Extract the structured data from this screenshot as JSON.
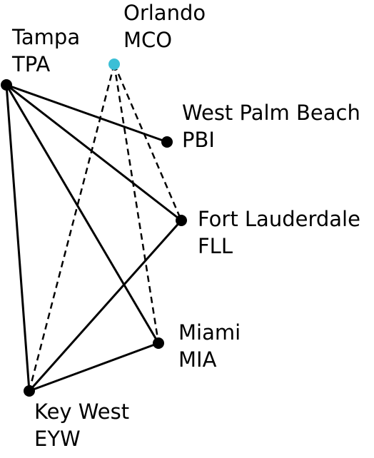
{
  "colors": {
    "default_node": "#000000",
    "hub_node": "#3bbfd6",
    "edge": "#000000"
  },
  "nodes": [
    {
      "id": "MCO",
      "city": "Orlando",
      "code": "MCO",
      "hub": true
    },
    {
      "id": "TPA",
      "city": "Tampa",
      "code": "TPA",
      "hub": false
    },
    {
      "id": "PBI",
      "city": "West Palm Beach",
      "code": "PBI",
      "hub": false
    },
    {
      "id": "FLL",
      "city": "Fort Lauderdale",
      "code": "FLL",
      "hub": false
    },
    {
      "id": "MIA",
      "city": "Miami",
      "code": "MIA",
      "hub": false
    },
    {
      "id": "EYW",
      "city": "Key West",
      "code": "EYW",
      "hub": false
    }
  ],
  "edges": [
    {
      "from": "TPA",
      "to": "PBI",
      "style": "solid"
    },
    {
      "from": "TPA",
      "to": "FLL",
      "style": "solid"
    },
    {
      "from": "TPA",
      "to": "MIA",
      "style": "solid"
    },
    {
      "from": "TPA",
      "to": "EYW",
      "style": "solid"
    },
    {
      "from": "EYW",
      "to": "FLL",
      "style": "solid"
    },
    {
      "from": "EYW",
      "to": "MIA",
      "style": "solid"
    },
    {
      "from": "MCO",
      "to": "EYW",
      "style": "dashed"
    },
    {
      "from": "MCO",
      "to": "FLL",
      "style": "dashed"
    },
    {
      "from": "MCO",
      "to": "MIA",
      "style": "dashed"
    }
  ]
}
